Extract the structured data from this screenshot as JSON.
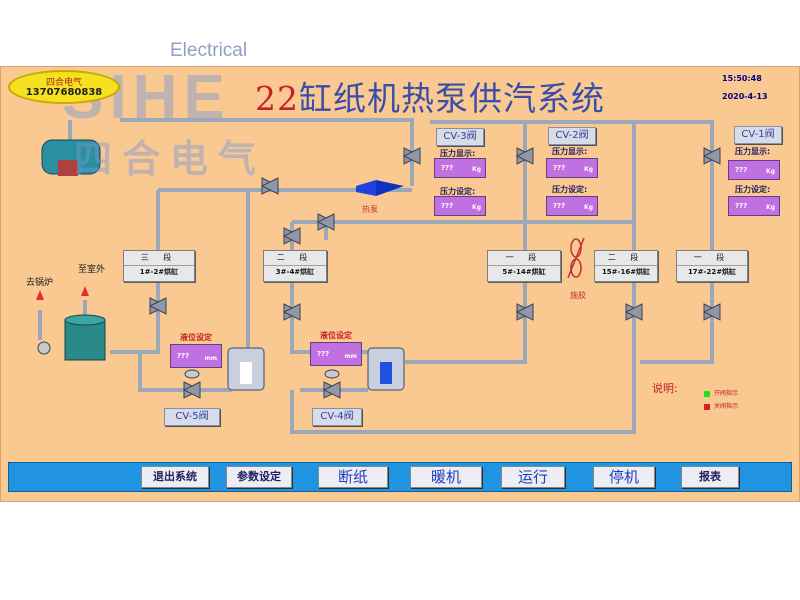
{
  "header": {
    "title_num": "22",
    "title_text": "缸纸机热泵供汽系统",
    "time": "15:50:48",
    "date": "2020-4-13"
  },
  "company_badge": {
    "name": "四合电气",
    "phone": "13707680838"
  },
  "watermark": {
    "top_text": "Electrical",
    "logo_text": "SIHE",
    "cn_text": "四合电气"
  },
  "valves": {
    "cv3": "CV-3阀",
    "cv2": "CV-2阀",
    "cv1": "CV-1阀",
    "cv5": "CV-5阀",
    "cv4": "CV-4阀"
  },
  "pressure_panels": [
    {
      "display_label": "压力显示:",
      "set_label": "压力设定:",
      "display_value": "???",
      "set_value": "???",
      "unit": "Kg"
    },
    {
      "display_label": "压力显示:",
      "set_label": "压力设定:",
      "display_value": "???",
      "set_value": "???",
      "unit": "Kg"
    },
    {
      "display_label": "压力显示:",
      "set_label": "压力设定:",
      "display_value": "???",
      "set_value": "???",
      "unit": "Kg"
    }
  ],
  "level_panels": [
    {
      "label": "液位设定",
      "value": "???",
      "unit": "mm"
    },
    {
      "label": "液位设定",
      "value": "???",
      "unit": "mm"
    }
  ],
  "dryers": [
    {
      "section": "三 段",
      "name": "1#-2#烘缸"
    },
    {
      "section": "二 段",
      "name": "3#-4#烘缸"
    },
    {
      "section": "一 段",
      "name": "5#-14#烘缸"
    },
    {
      "section": "二 段",
      "name": "15#-16#烘缸"
    },
    {
      "section": "一 段",
      "name": "17#-22#烘缸"
    }
  ],
  "labels": {
    "heat_pump": "热泵",
    "to_boiler": "去锅炉",
    "to_outdoor": "至室外",
    "felt": "施胶"
  },
  "legend": {
    "title": "说明:",
    "open": "开阀指示",
    "close": "关阀指示",
    "open_color": "#20e020",
    "close_color": "#e02020"
  },
  "toolbar": {
    "exit": "退出系统",
    "params": "参数设定",
    "break": "断纸",
    "warm": "暖机",
    "run": "运行",
    "stop": "停机",
    "report": "报表"
  },
  "colors": {
    "background": "#fac992",
    "pipe": "#9aa8b8",
    "toolbar": "#2094e0",
    "panel": "#c070e0"
  }
}
